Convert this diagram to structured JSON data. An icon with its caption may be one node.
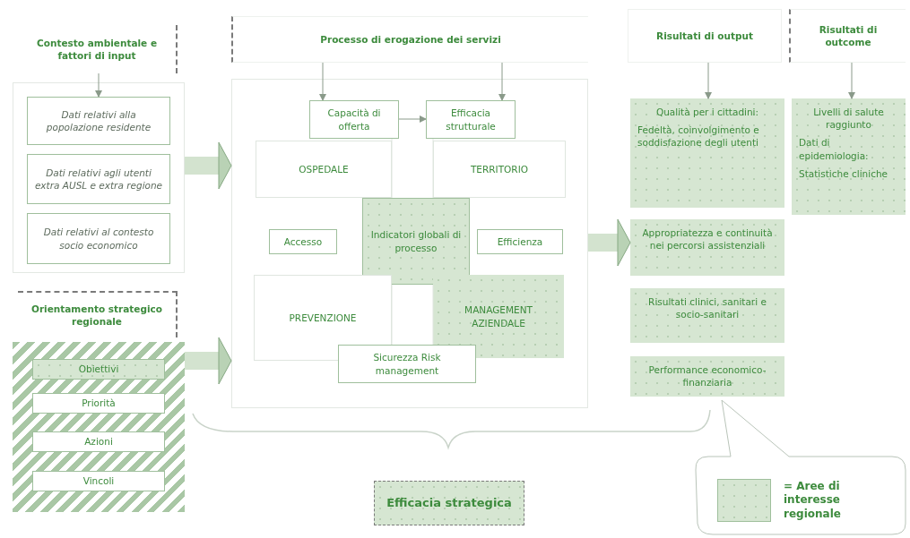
{
  "diagram": {
    "nodes": [
      {
        "text": [
          "Contesto ambientale e fattori di input"
        ]
      },
      {
        "text": [],
        "shape": "box"
      },
      {
        "text": [
          "Dati relativi alla popolazione residente"
        ],
        "in": 1
      },
      {
        "text": [
          "Dati relativi agli utenti extra AUSL e extra regione"
        ],
        "in": 1
      },
      {
        "text": [
          "Dati relativi al contesto socio economico"
        ],
        "in": 1
      },
      {
        "text": [
          "Orientamento strategico regionale"
        ]
      },
      {
        "text": [],
        "shape": "box"
      },
      {
        "text": [
          "Obiettivi"
        ],
        "in": 6
      },
      {
        "text": [
          "Priorità"
        ],
        "in": 6
      },
      {
        "text": [
          "Azioni"
        ],
        "in": 6
      },
      {
        "text": [
          "Vincoli"
        ],
        "in": 6
      },
      {
        "text": [
          "Processo di erogazione dei servizi"
        ]
      },
      {
        "text": [],
        "shape": "box"
      },
      {
        "text": [
          "Capacità di offerta"
        ],
        "in": 12
      },
      {
        "text": [
          "Efficacia strutturale"
        ],
        "in": 12
      },
      {
        "text": [
          "OSPEDALE"
        ],
        "in": 12
      },
      {
        "text": [
          "TERRITORIO"
        ],
        "in": 12
      },
      {
        "text": [
          "Accesso"
        ],
        "in": 12
      },
      {
        "text": [
          "Indicatori globali di processo"
        ],
        "in": 12
      },
      {
        "text": [
          "Efficienza"
        ],
        "in": 12
      },
      {
        "text": [
          "PREVENZIONE"
        ],
        "in": 12
      },
      {
        "text": [
          "MANAGEMENT AZIENDALE"
        ],
        "in": 12
      },
      {
        "text": [
          "Sicurezza Risk management"
        ],
        "in": 12
      },
      {
        "text": [
          "Risultati di output"
        ]
      },
      {
        "text": [
          "Risultati di outcome"
        ]
      },
      {
        "text": [
          "Qualità per i cittadini:",
          "Fedeltà, coinvolgimento e soddisfazione degli utenti"
        ]
      },
      {
        "text": [
          "Appropriatezza e continuità nei percorsi assistenziali"
        ]
      },
      {
        "text": [
          "Risultati clinici, sanitari e socio-sanitari"
        ]
      },
      {
        "text": [
          "Performance economico-finanziaria"
        ]
      },
      {
        "text": [
          "Livelli di salute raggiunto",
          "Dati di epidemiologia:",
          "Statistiche cliniche"
        ]
      },
      {
        "text": [
          "Efficacia strategica"
        ]
      }
    ],
    "edges": [
      {
        "from": 0,
        "to": 2,
        "arrow": "to"
      },
      {
        "from": 1,
        "to": 12,
        "arrow": "to",
        "style": "thick"
      },
      {
        "from": 6,
        "to": 12,
        "arrow": "to",
        "style": "thick"
      },
      {
        "from": 11,
        "to": 13,
        "arrow": "to"
      },
      {
        "from": 11,
        "to": 14,
        "arrow": "to"
      },
      {
        "from": 13,
        "to": 14,
        "arrow": "to"
      },
      {
        "from": 12,
        "to": 26,
        "arrow": "to",
        "style": "thick"
      },
      {
        "from": 23,
        "to": 25,
        "arrow": "to"
      },
      {
        "from": 24,
        "to": 29,
        "arrow": "to"
      }
    ],
    "legend": [
      {
        "text": "= Aree di interesse regionale",
        "color": "#d6e6d2"
      }
    ]
  }
}
